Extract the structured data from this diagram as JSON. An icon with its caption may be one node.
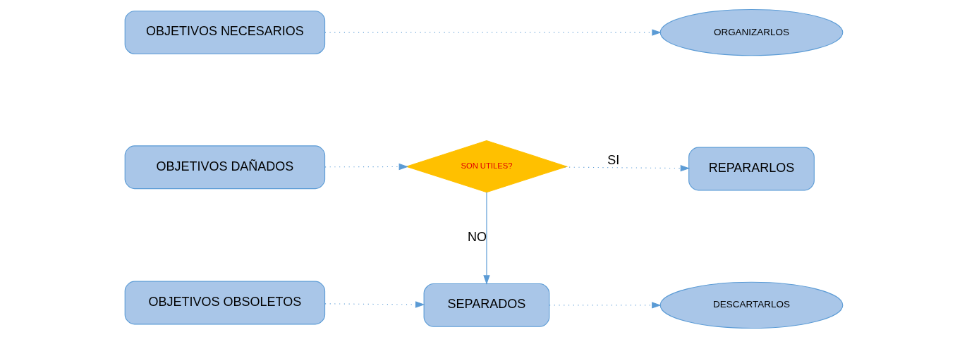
{
  "diagram": {
    "nodes": [
      {
        "text": [
          "OBJETIVOS NECESARIOS"
        ]
      },
      {
        "text": [
          "ORGANIZARLOS"
        ]
      },
      {
        "text": [
          "OBJETIVOS DAÑADOS"
        ]
      },
      {
        "text": [
          "SON UTILES?"
        ]
      },
      {
        "text": [
          "REPARARLOS"
        ]
      },
      {
        "text": [
          "OBJETIVOS OBSOLETOS"
        ]
      },
      {
        "text": [
          "SEPARADOS"
        ]
      },
      {
        "text": [
          "DESCARTARLOS"
        ]
      }
    ],
    "edges": [
      {
        "from": 0,
        "to": 1,
        "arrow": "to",
        "style": "dashed"
      },
      {
        "from": 2,
        "to": 3,
        "arrow": "to",
        "style": "dashed"
      },
      {
        "from": 3,
        "to": 4,
        "arrow": "to",
        "label": "SI",
        "style": "dashed"
      },
      {
        "from": 3,
        "to": 6,
        "arrow": "to",
        "label": "NO"
      },
      {
        "from": 5,
        "to": 6,
        "arrow": "to",
        "style": "dashed"
      },
      {
        "from": 6,
        "to": 7,
        "arrow": "to",
        "style": "dashed"
      }
    ]
  }
}
